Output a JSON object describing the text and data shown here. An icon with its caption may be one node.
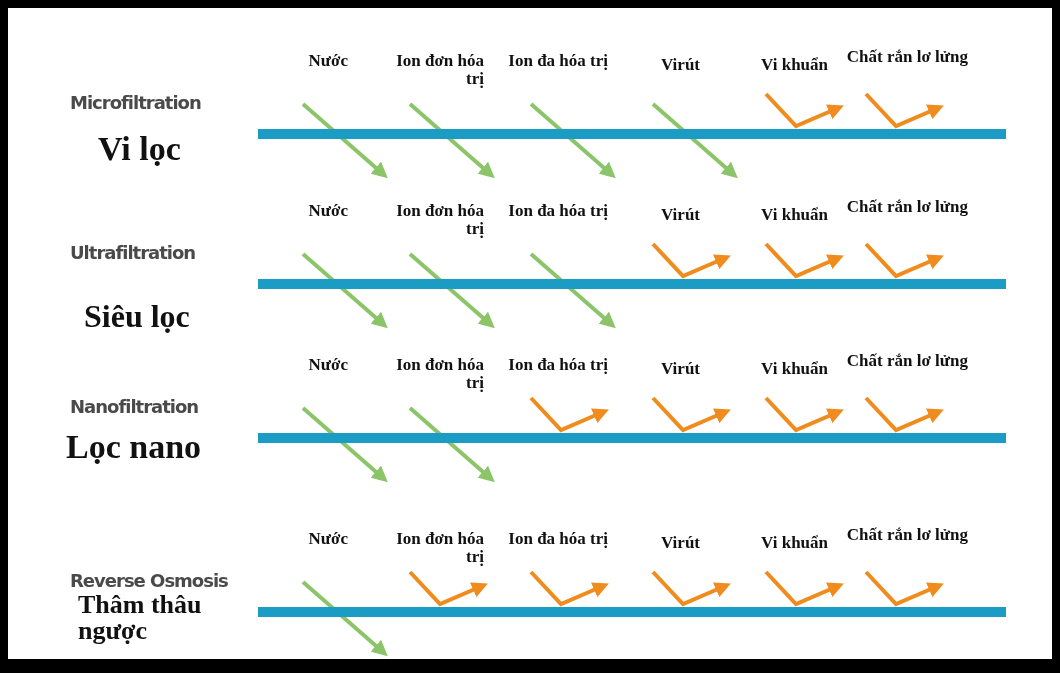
{
  "diagram": {
    "nodes": [
      {
        "text": [
          "Microfiltration",
          "Vi lọc"
        ]
      },
      {
        "text": [
          "Ultrafiltration",
          "Siêu lọc"
        ]
      },
      {
        "text": [
          "Nanofiltration",
          "Lọc nano"
        ]
      },
      {
        "text": [
          "Reverse Osmosis",
          "Thâm thâu ngược"
        ]
      }
    ],
    "labels": [
      "Nước",
      "Ion đơn hóa trị",
      "Ion đa hóa trị",
      "Virút",
      "Vi khuẩn",
      "Chất rắn lơ lửng",
      "Nước",
      "Ion đơn hóa trị",
      "Ion đa hóa trị",
      "Virút",
      "Vi khuẩn",
      "Chất rắn lơ lửng",
      "Nước",
      "Ion đơn hóa trị",
      "Ion đa hóa trị",
      "Virút",
      "Vi khuẩn",
      "Chất rắn lơ lửng",
      "Nước",
      "Ion đơn hóa trị",
      "Ion đa hóa trị",
      "Virút",
      "Vi khuẩn",
      "Chất rắn lơ lửng"
    ]
  }
}
